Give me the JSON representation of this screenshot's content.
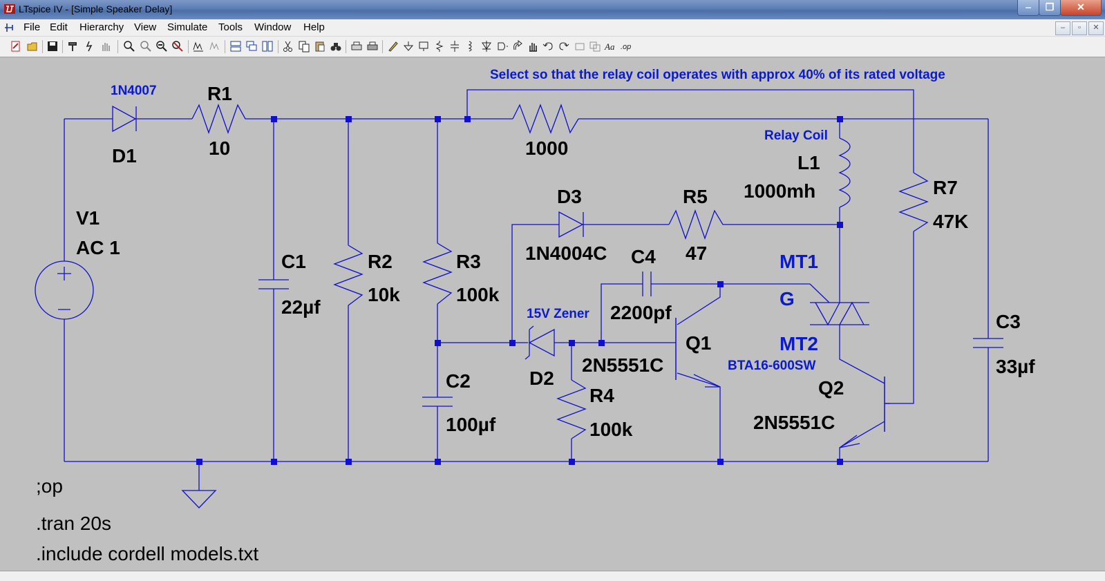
{
  "window": {
    "title": "LTspice IV - [Simple Speaker Delay]",
    "min": "‒",
    "max": "❐",
    "close": "✕"
  },
  "menu": [
    "File",
    "Edit",
    "Hierarchy",
    "View",
    "Simulate",
    "Tools",
    "Window",
    "Help"
  ],
  "mdi": [
    "–",
    "▫",
    "✕"
  ],
  "colors": {
    "wire": "#1010cc",
    "label_blue": "#0a1acc",
    "text": "#000000",
    "canvas": "#c0c0c0"
  },
  "schematic": {
    "note": "Select so that the relay coil operates with approx 40% of its rated voltage",
    "d1": {
      "model": "1N4007",
      "name": "D1"
    },
    "r1": {
      "name": "R1",
      "value": "10"
    },
    "r6": {
      "value": "1000"
    },
    "v1": {
      "name": "V1",
      "value": "AC 1"
    },
    "c1": {
      "name": "C1",
      "value": "22µf"
    },
    "r2": {
      "name": "R2",
      "value": "10k"
    },
    "r3": {
      "name": "R3",
      "value": "100k"
    },
    "c2": {
      "name": "C2",
      "value": "100µf"
    },
    "d3": {
      "name": "D3",
      "model": "1N4004C"
    },
    "r5": {
      "name": "R5",
      "value": "47"
    },
    "c4": {
      "name": "C4",
      "value": "2200pf"
    },
    "d2": {
      "label": "15V Zener",
      "name": "D2"
    },
    "q1": {
      "name": "Q1",
      "model": "2N5551C"
    },
    "r4": {
      "name": "R4",
      "value": "100k"
    },
    "l1": {
      "label": "Relay Coil",
      "name": "L1",
      "value": "1000mh"
    },
    "triac": {
      "mt1": "MT1",
      "g": "G",
      "mt2": "MT2",
      "model": "BTA16-600SW"
    },
    "q2": {
      "name": "Q2",
      "model": "2N5551C"
    },
    "r7": {
      "name": "R7",
      "value": "47K"
    },
    "c3": {
      "name": "C3",
      "value": "33µf"
    },
    "directives": {
      "op": ";op",
      "tran": ".tran 20s",
      "include": ".include cordell models.txt"
    }
  }
}
